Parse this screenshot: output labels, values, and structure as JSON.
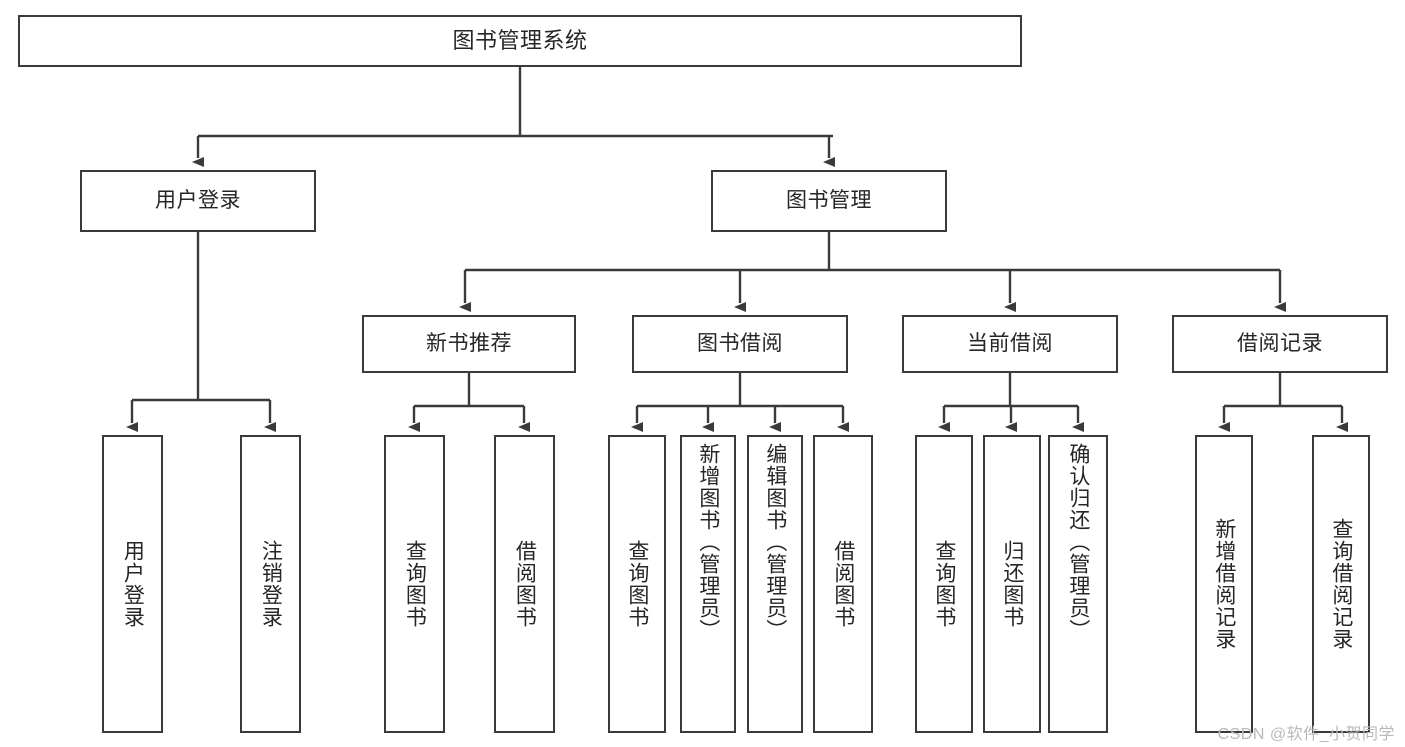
{
  "diagram": {
    "title": "图书管理系统",
    "type": "hierarchy-tree",
    "watermark": "CSDN @软件_小贺同学",
    "colors": {
      "box_stroke": "#3a3a3a",
      "edge_stroke": "#3a3a3a",
      "text": "#262626",
      "background": "#ffffff",
      "watermark": "#b9b9b9"
    },
    "root": {
      "label": "图书管理系统"
    },
    "level2": [
      {
        "label": "用户登录"
      },
      {
        "label": "图书管理"
      }
    ],
    "level3": [
      {
        "label": "新书推荐"
      },
      {
        "label": "图书借阅"
      },
      {
        "label": "当前借阅"
      },
      {
        "label": "借阅记录"
      }
    ],
    "leaves": {
      "user_login": [
        {
          "label": "用户登录"
        },
        {
          "label": "注销登录"
        }
      ],
      "new_book_recommend": [
        {
          "label": "查询图书"
        },
        {
          "label": "借阅图书"
        }
      ],
      "book_borrow": [
        {
          "label": "查询图书"
        },
        {
          "label": "新增图书（管理员）"
        },
        {
          "label": "编辑图书（管理员）"
        },
        {
          "label": "借阅图书"
        }
      ],
      "current_borrow": [
        {
          "label": "查询图书"
        },
        {
          "label": "归还图书"
        },
        {
          "label": "确认归还（管理员）"
        }
      ],
      "borrow_record": [
        {
          "label": "新增借阅记录"
        },
        {
          "label": "查询借阅记录"
        }
      ]
    }
  }
}
